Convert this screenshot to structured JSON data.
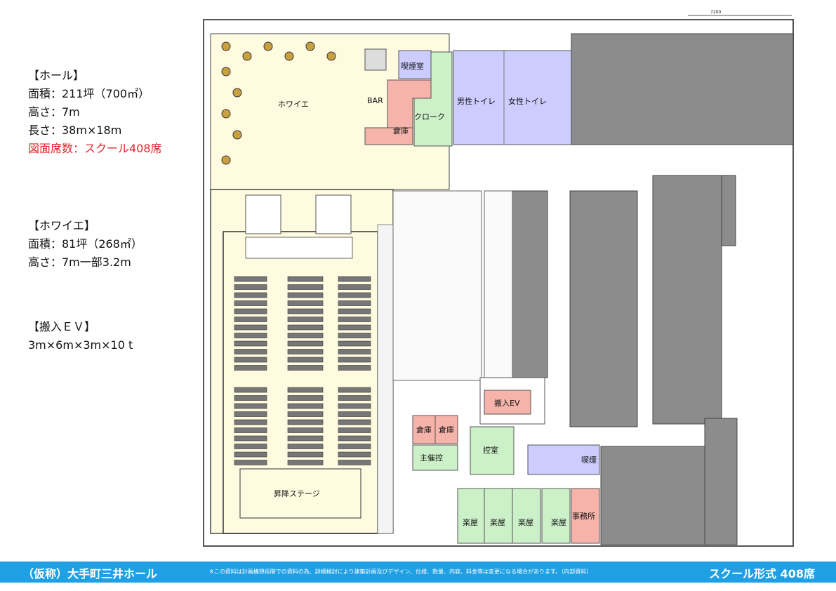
{
  "info": {
    "hall": {
      "heading": "【ホール】",
      "area": "面積：211坪（700㎡）",
      "height": "高さ：7m",
      "length": "長さ：38m×18m",
      "seats": "図面席数：スクール408席"
    },
    "foyer": {
      "heading": "【ホワイエ】",
      "area": "面積：81坪（268㎡）",
      "height": "高さ：7m一部3.2m"
    },
    "ev": {
      "heading": "【搬入ＥＶ】",
      "spec": "3m×6m×3m×10 t"
    }
  },
  "rooms": {
    "foyer": "ホワイエ",
    "smoking_room": "喫煙室",
    "bar": "BAR",
    "cloak": "クローク",
    "storage": "倉庫",
    "mens_toilet": "男性トイレ",
    "womens_toilet": "女性トイレ",
    "stage": "昇降ステージ",
    "freight_ev": "搬入EV",
    "storage_a": "倉庫",
    "storage_b": "倉庫",
    "organizer_room": "主催控",
    "waiting_room": "控室",
    "smoking": "喫煙",
    "green_room_1": "楽屋",
    "green_room_2": "楽屋",
    "green_room_3": "楽屋",
    "green_room_4": "楽屋",
    "office": "事務所"
  },
  "dimension_label": "7200",
  "footer": {
    "venue": "（仮称）大手町三井ホール",
    "note": "※この資料は計画構想段階での資料の為、詳細検討により建築計画及びデザイン、仕様、数量、内容、料金等は変更になる場合があります。（内部資料）",
    "layout": "スクール形式 408席"
  },
  "colors": {
    "hall": "#fffbe0",
    "pink": "#f5b3aa",
    "green": "#ccf0c8",
    "purple": "#ccccff",
    "gray": "#8c8c8c",
    "footer": "#1fa0e4"
  }
}
